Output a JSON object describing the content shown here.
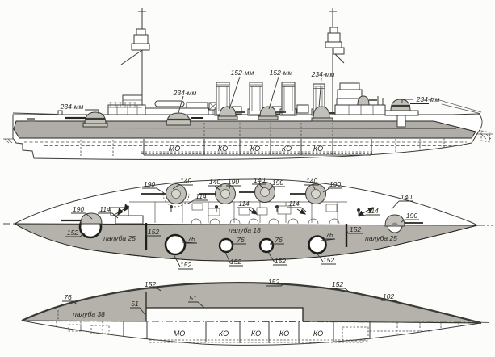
{
  "side_view": {
    "gun_labels": {
      "bow": "234-мм",
      "midship": "234-мм",
      "casemate_fwd": "152-мм",
      "casemate_aft": "152-мм",
      "waist": "234-мм",
      "stern": "234-мм"
    },
    "compartments": [
      "МО",
      "КО",
      "КО",
      "КО",
      "КО"
    ]
  },
  "armor_plan": {
    "bow_turret_barbette": "190",
    "bow_casemate": "114",
    "bow_barbette_ring": "152",
    "turret1_side": "190",
    "turret1_roof": "140",
    "turret2_roof": "140",
    "turret2_side": "190",
    "turret3_roof": "140",
    "turret3_side": "190",
    "turret4_roof": "140",
    "turret4_side": "190",
    "battery_fwd": "114",
    "battery_mid": "114",
    "battery_aft": "114",
    "aft_turret_roof": "140",
    "aft_turret_side": "190",
    "aft_casemate": "114",
    "fwd_bulkhead": "152",
    "aft_bulkhead": "152",
    "deck_fwd": "палуба 25",
    "deck_mid": "палуба 18",
    "deck_aft": "палуба 25",
    "uptake1_grating": "76",
    "uptake1_ring": "152",
    "uptake2_grating": "76",
    "uptake2_ring": "152",
    "uptake3_grating": "76",
    "uptake3_ring": "152",
    "uptake4_grating": "76",
    "uptake4_ring": "152"
  },
  "lower_plan": {
    "edge_bow": "76",
    "edge_fwd": "152",
    "edge_mid": "152",
    "edge_aft": "152",
    "edge_stern": "102",
    "deck": "палуба 38",
    "glacis_bulkhead": "51",
    "glacis_top": "51",
    "compartments": [
      "МО",
      "КО",
      "КО",
      "КО",
      "КО"
    ]
  },
  "colors": {
    "deck_grey": "#b5b2ac",
    "belt_grey": "#b0ada8",
    "turret_grey": "#c3c0ba",
    "line": "#3a3a36",
    "paper": "#fcfcfa"
  }
}
